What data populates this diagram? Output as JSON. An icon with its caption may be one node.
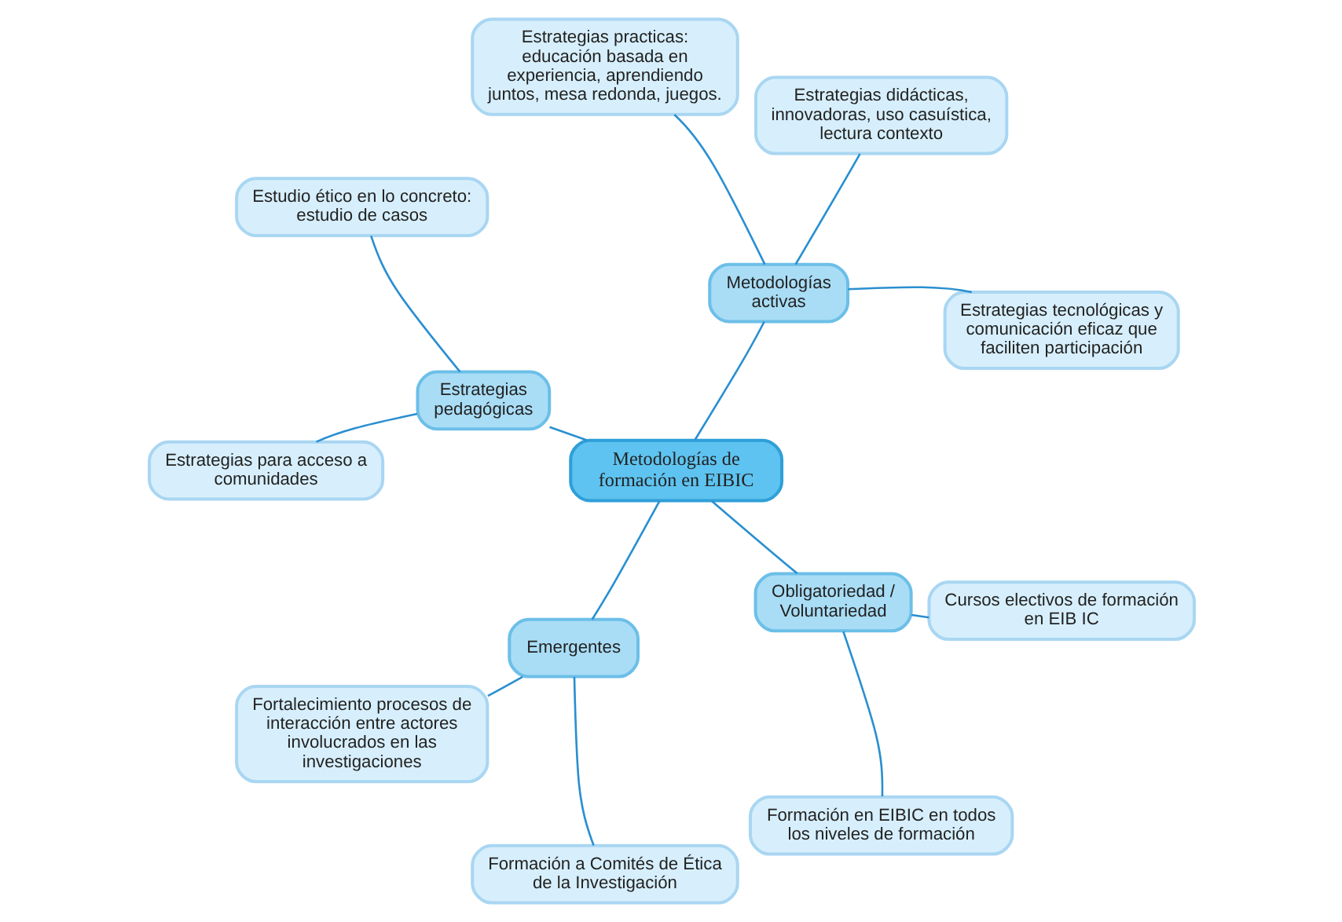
{
  "diagram": {
    "nodes": [
      {
        "text": [
          "Metodologías de formación en EIBIC"
        ]
      },
      {
        "text": [
          "Metodologías activas"
        ]
      },
      {
        "text": [
          "Estrategias tecnológicas y comunicación eficaz que faciliten participación"
        ]
      },
      {
        "text": [
          "Estrategias didácticas, innovadoras, uso casuística, lectura contexto"
        ]
      },
      {
        "text": [
          "Estrategias practicas: educación basada en experiencia, aprendiendo juntos, mesa redonda, juegos."
        ]
      },
      {
        "text": [
          "Estrategias pedagógicas"
        ]
      },
      {
        "text": [
          "Estudio ético en lo concreto: estudio de casos"
        ]
      },
      {
        "text": [
          "Estrategias para acceso a comunidades"
        ]
      },
      {
        "text": [
          "Emergentes"
        ]
      },
      {
        "text": [
          "Fortalecimiento procesos de interacción entre actores involucrados en las investigaciones"
        ]
      },
      {
        "text": [
          "Formación a Comités de Ética de la Investigación"
        ]
      },
      {
        "text": [
          "Obligatoriedad / Voluntariedad"
        ]
      },
      {
        "text": [
          "Formación en EIBIC en todos los niveles de formación"
        ]
      },
      {
        "text": [
          "Cursos electivos de formación en EIB IC"
        ]
      }
    ],
    "edges": [
      {
        "from": 0,
        "to": 1,
        "arrow": "none"
      },
      {
        "from": 0,
        "to": 5,
        "arrow": "none"
      },
      {
        "from": 0,
        "to": 8,
        "arrow": "none"
      },
      {
        "from": 0,
        "to": 11,
        "arrow": "none"
      },
      {
        "from": 1,
        "to": 2,
        "arrow": "none"
      },
      {
        "from": 1,
        "to": 3,
        "arrow": "none"
      },
      {
        "from": 1,
        "to": 4,
        "arrow": "none"
      },
      {
        "from": 5,
        "to": 6,
        "arrow": "none"
      },
      {
        "from": 5,
        "to": 7,
        "arrow": "none"
      },
      {
        "from": 8,
        "to": 9,
        "arrow": "none"
      },
      {
        "from": 8,
        "to": 10,
        "arrow": "none"
      },
      {
        "from": 11,
        "to": 12,
        "arrow": "none"
      },
      {
        "from": 11,
        "to": 13,
        "arrow": "none"
      }
    ]
  }
}
